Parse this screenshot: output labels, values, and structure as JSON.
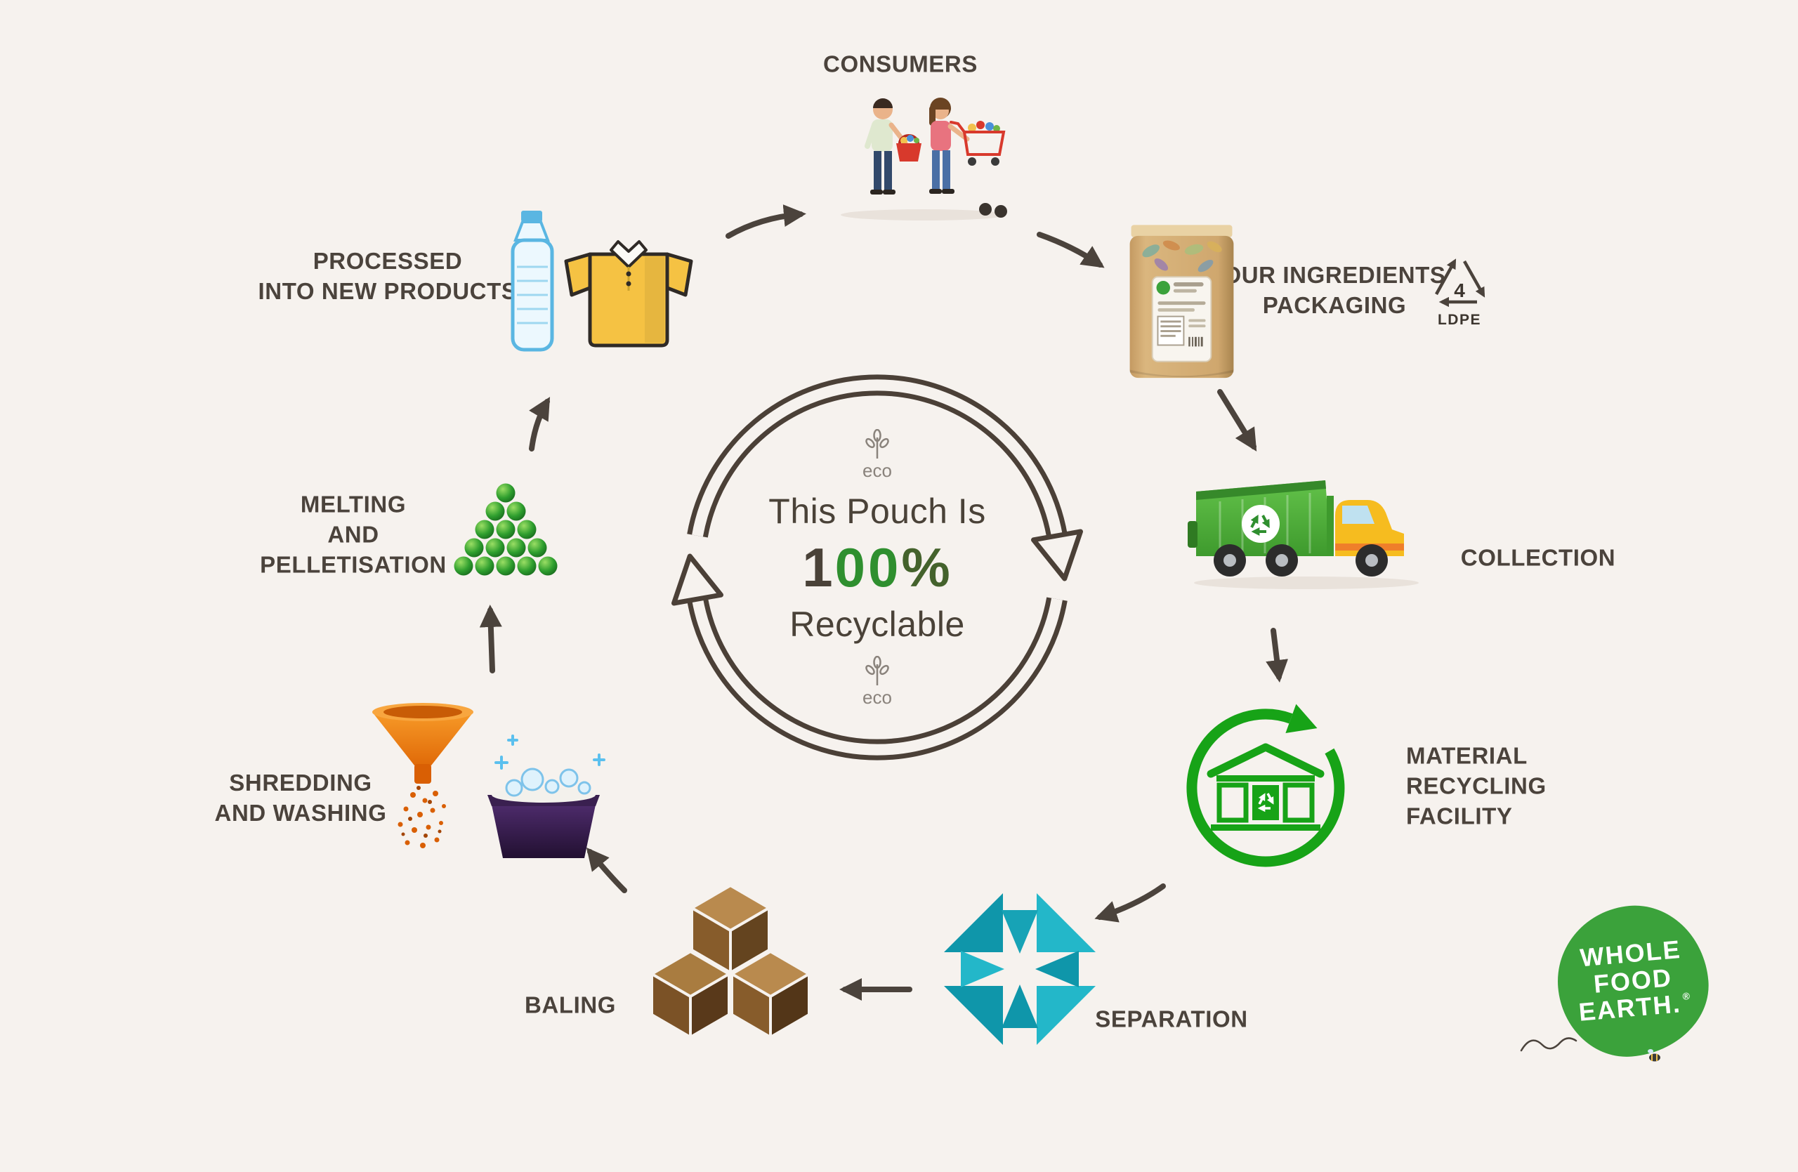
{
  "canvas": {
    "background": "#f6f2ee"
  },
  "colors": {
    "label": "#4b433c",
    "arrow": "#4b433c",
    "accent_green": "#2f8f2f",
    "mrf_green": "#17a317",
    "teal": "#23b7c9",
    "bale_brown": "#875c2b",
    "funnel_orange": "#e06a08",
    "logo_green": "#3ba23b"
  },
  "center": {
    "eco_top": "eco",
    "eco_bottom": "eco",
    "line1": "This Pouch Is",
    "pct_1": "1",
    "pct_00": "00",
    "pct_sign": "%",
    "line2": "Recyclable"
  },
  "stages": {
    "consumers": "CONSUMERS",
    "packaging": "OUR INGREDIENTS\nPACKAGING",
    "collection": "COLLECTION",
    "mrf": "MATERIAL\nRECYCLING\nFACILITY",
    "separation": "SEPARATION",
    "baling": "BALING",
    "shredding": "SHREDDING\nAND WASHING",
    "melting": "MELTING\nAND\nPELLETISATION",
    "products": "PROCESSED\nINTO NEW PRODUCTS"
  },
  "ldpe": {
    "number": "4",
    "code": "LDPE"
  },
  "logo": {
    "line1": "WHOLE",
    "line2": "FOOD",
    "line3": "EARTH.",
    "registered": "®"
  }
}
